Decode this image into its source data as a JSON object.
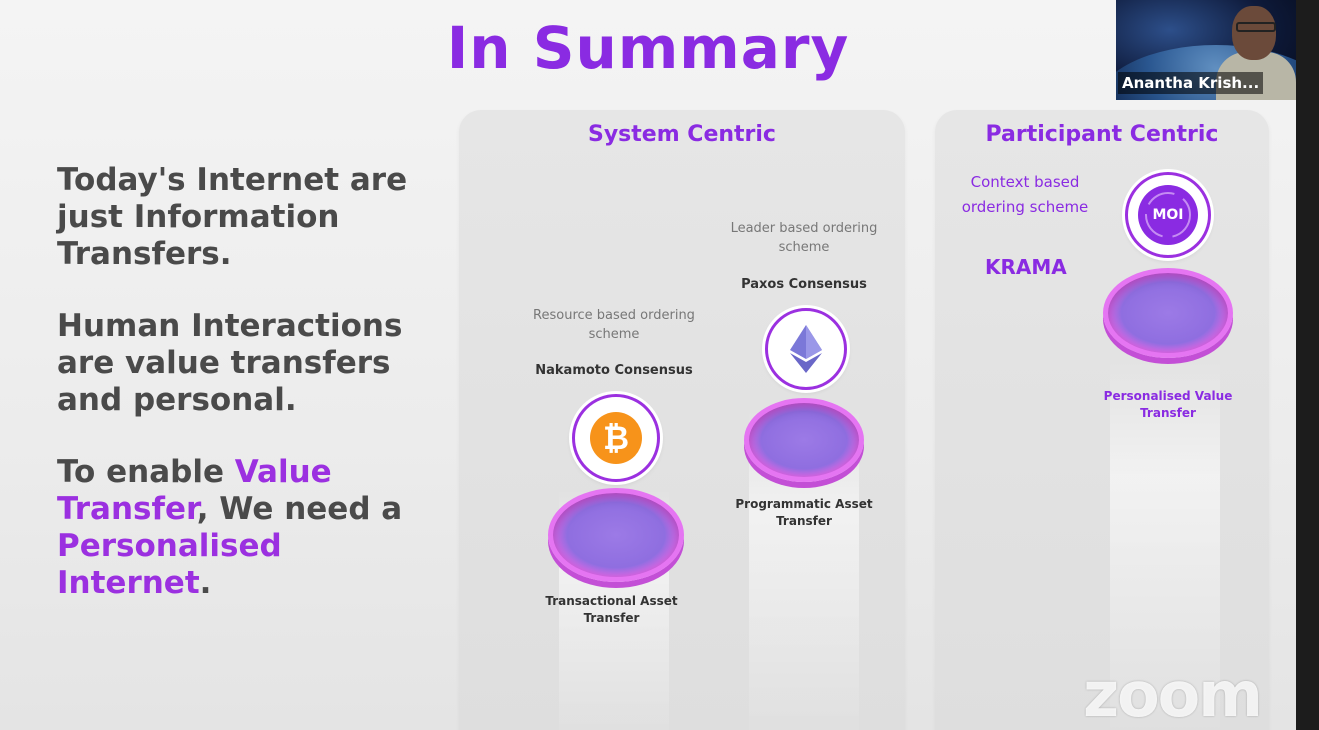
{
  "slide": {
    "title": "In Summary",
    "left_text": {
      "p1": "Today's Internet are just Information Transfers.",
      "p2": "Human Interactions are value transfers and personal.",
      "p3_part1": "To enable ",
      "p3_accent1": "Value Transfer",
      "p3_part2": ", We need a ",
      "p3_accent2": "Personalised Internet",
      "p3_part3": "."
    },
    "system_centric": {
      "title": "System Centric",
      "nakamoto": {
        "scheme": "Resource based ordering scheme",
        "consensus": "Nakamoto Consensus",
        "caption": "Transactional Asset Transfer",
        "icon": "bitcoin-icon"
      },
      "paxos": {
        "scheme": "Leader based ordering scheme",
        "consensus": "Paxos Consensus",
        "caption": "Programmatic Asset Transfer",
        "icon": "ethereum-icon"
      }
    },
    "participant_centric": {
      "title": "Participant Centric",
      "scheme": "Context based ordering scheme",
      "krama": "KRAMA",
      "logo_text": "MOI",
      "caption": "Personalised Value Transfer"
    }
  },
  "webcam": {
    "name": "Anantha Krish..."
  },
  "watermark": "zoom",
  "colors": {
    "accent": "#8a2be2",
    "bitcoin": "#f7931a",
    "ethereum": "#7b78d8"
  }
}
